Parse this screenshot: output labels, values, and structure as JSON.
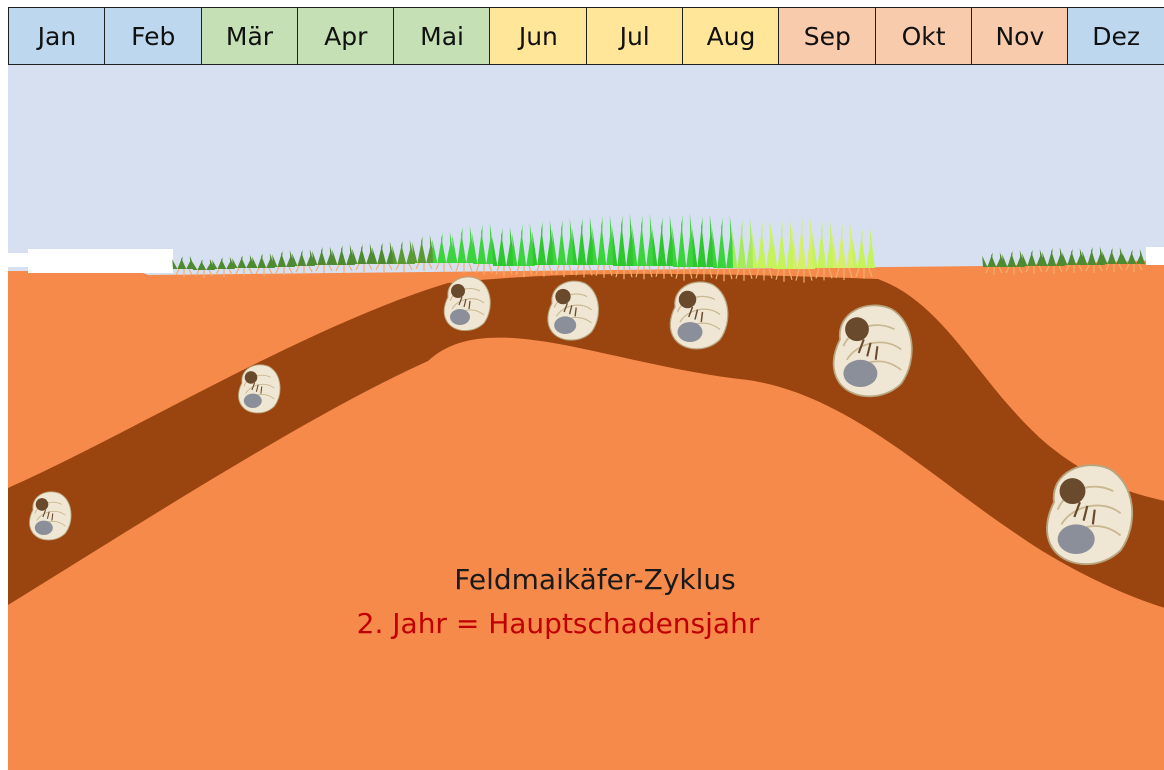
{
  "months": [
    {
      "label": "Jan",
      "color": "#bdd7ee"
    },
    {
      "label": "Feb",
      "color": "#bdd7ee"
    },
    {
      "label": "Mär",
      "color": "#c5e0b4"
    },
    {
      "label": "Apr",
      "color": "#c5e0b4"
    },
    {
      "label": "Mai",
      "color": "#c5e0b4"
    },
    {
      "label": "Jun",
      "color": "#ffe699"
    },
    {
      "label": "Jul",
      "color": "#ffe699"
    },
    {
      "label": "Aug",
      "color": "#ffe699"
    },
    {
      "label": "Sep",
      "color": "#f8cbad"
    },
    {
      "label": "Okt",
      "color": "#f8cbad"
    },
    {
      "label": "Nov",
      "color": "#f8cbad"
    },
    {
      "label": "Dez",
      "color": "#bdd7ee"
    }
  ],
  "colors": {
    "sky": "#d6e0f0",
    "soil": "#f58a4b",
    "tunnel": "#9a4410",
    "grass_dark": "#4e8a2f",
    "grass_bright": "#3cd43c",
    "grass_pale": "#c6f25a",
    "root": "#f0b070",
    "grub_body": "#efe7d4",
    "grub_head": "#6a4a2c",
    "title_text": "#1a1a1a",
    "subtitle_text": "#c00000"
  },
  "caption": {
    "title": "Feldmaikäfer-Zyklus",
    "subtitle": "2. Jahr = Hauptschadensjahr"
  },
  "larvae": [
    {
      "month": "Jan",
      "stage": "small"
    },
    {
      "month": "Mär",
      "stage": "small"
    },
    {
      "month": "Mai",
      "stage": "medium"
    },
    {
      "month": "Jun",
      "stage": "medium"
    },
    {
      "month": "Jul",
      "stage": "medium"
    },
    {
      "month": "Sep",
      "stage": "large"
    },
    {
      "month": "Dez",
      "stage": "large"
    }
  ]
}
